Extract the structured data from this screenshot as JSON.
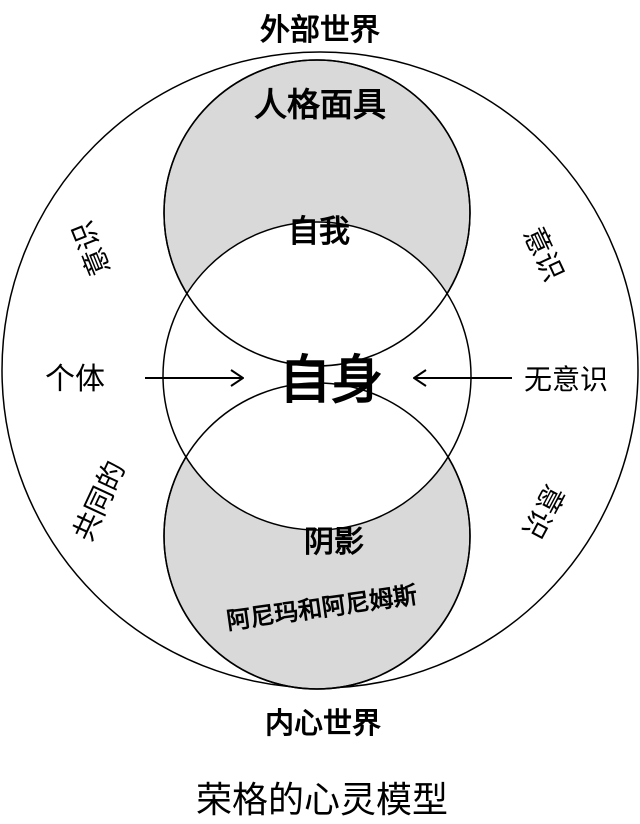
{
  "title": "荣格的心灵模型",
  "colors": {
    "shade": "#d9d9d9",
    "line": "#000000",
    "background": "#ffffff"
  },
  "labels": {
    "outer_world": "外部世界",
    "inner_world": "内心世界",
    "persona": "人格面具",
    "ego": "自我",
    "self": "自身",
    "shadow": "阴影",
    "anima_animus": "阿尼玛和阿尼姆斯",
    "individual": "个体",
    "unconscious": "无意识",
    "collective": "共同的",
    "left_conscious": "意识",
    "right_upper_conscious": "意识",
    "right_lower_conscious": "意识"
  }
}
